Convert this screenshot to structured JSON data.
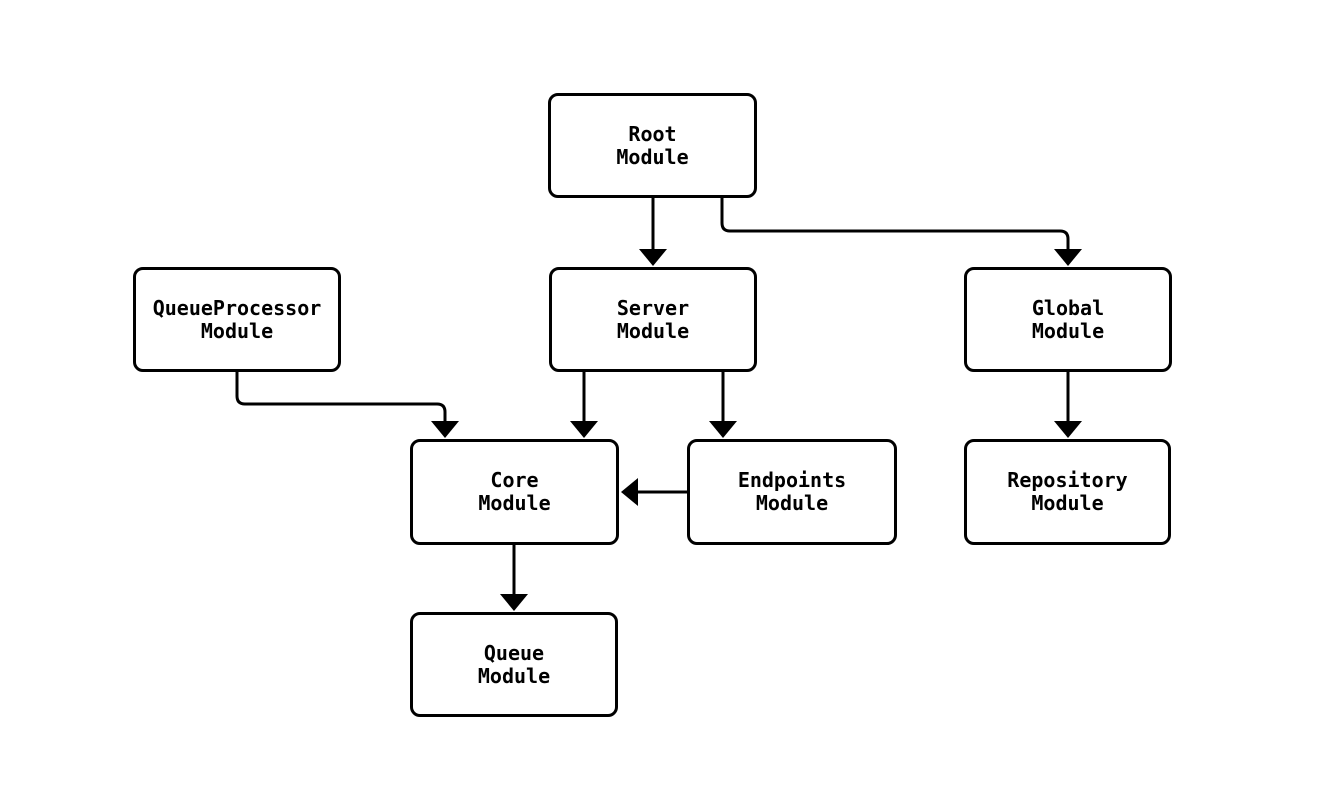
{
  "diagram": {
    "type": "module-dependency-flowchart",
    "background_color": "#ffffff",
    "node_fill_color": "#ffffff",
    "node_border_color": "#000000",
    "edge_color": "#000000",
    "text_color": "#000000",
    "nodes": [
      {
        "id": "root",
        "label": "Root\nModule"
      },
      {
        "id": "queueprocessor",
        "label": "QueueProcessor\nModule"
      },
      {
        "id": "server",
        "label": "Server\nModule"
      },
      {
        "id": "global",
        "label": "Global\nModule"
      },
      {
        "id": "core",
        "label": "Core\nModule"
      },
      {
        "id": "endpoints",
        "label": "Endpoints\nModule"
      },
      {
        "id": "repository",
        "label": "Repository\nModule"
      },
      {
        "id": "queue",
        "label": "Queue\nModule"
      }
    ],
    "edges": [
      {
        "from": "root",
        "to": "server"
      },
      {
        "from": "root",
        "to": "global"
      },
      {
        "from": "queueprocessor",
        "to": "core"
      },
      {
        "from": "server",
        "to": "core"
      },
      {
        "from": "server",
        "to": "endpoints"
      },
      {
        "from": "global",
        "to": "repository"
      },
      {
        "from": "endpoints",
        "to": "core"
      },
      {
        "from": "core",
        "to": "queue"
      }
    ]
  }
}
